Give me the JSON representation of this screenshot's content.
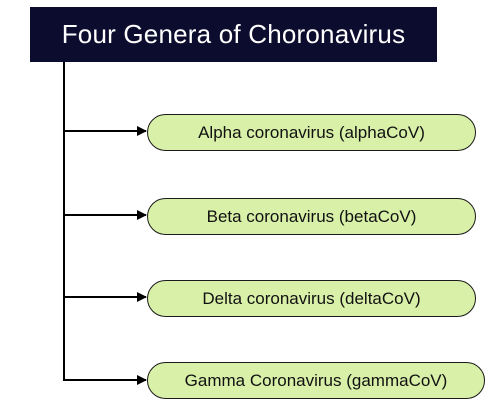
{
  "diagram": {
    "title": "Four Genera of Choronavirus",
    "genera": [
      "Alpha coronavirus (alphaCoV)",
      "Beta coronavirus (betaCoV)",
      "Delta coronavirus (deltaCoV)",
      "Gamma Coronavirus (gammaCoV)"
    ]
  },
  "colors": {
    "header_bg": "#0c0c2e",
    "header_text": "#ffffff",
    "node_fill": "#d9f0a8",
    "node_border": "#1a1a1a",
    "connector": "#000000"
  }
}
